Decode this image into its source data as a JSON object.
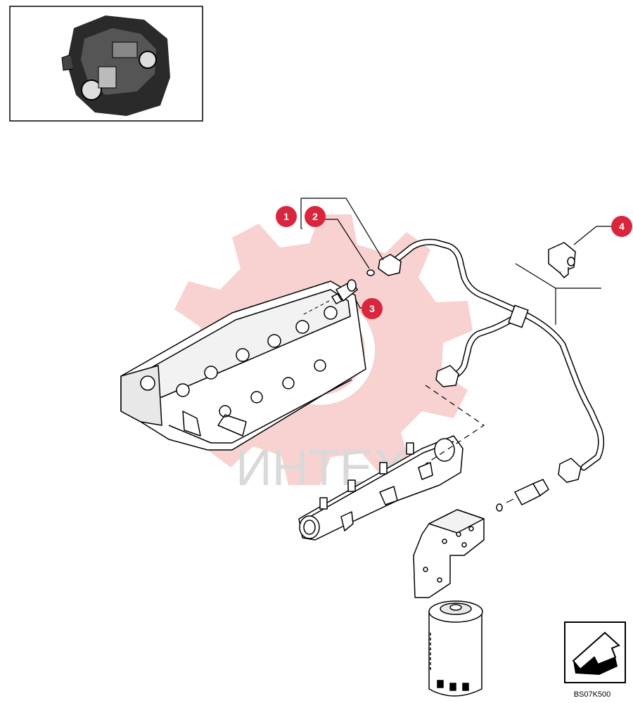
{
  "diagram": {
    "callouts": [
      {
        "id": "callout-1",
        "label": "1"
      },
      {
        "id": "callout-2",
        "label": "2"
      },
      {
        "id": "callout-3",
        "label": "3"
      },
      {
        "id": "callout-4",
        "label": "4"
      }
    ],
    "drawing_code": "BS07K500",
    "watermark_text": "ИНТЕХ",
    "colors": {
      "callout_fill": "#d9263d",
      "watermark_gear": "#f7c9c9",
      "line": "#000000"
    },
    "icons": {
      "thumbnail": "engine-thumbnail-icon",
      "navigation": "arrow-nav-icon"
    }
  }
}
